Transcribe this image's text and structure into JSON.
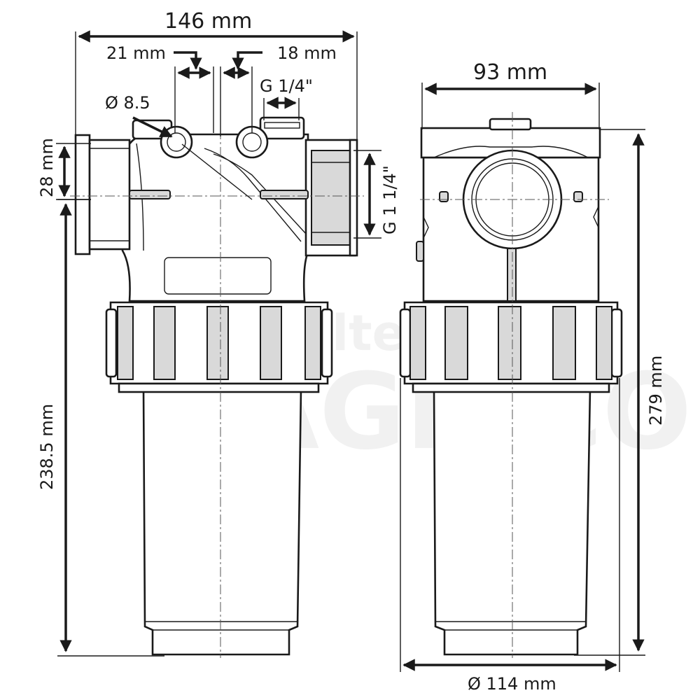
{
  "watermark": {
    "line1": "Alternativa",
    "line2": "AGRICOLA"
  },
  "dimensions": {
    "overall_width": "146 mm",
    "port_offset_left": "21 mm",
    "port_offset_right": "18 mm",
    "hole_diameter": "Ø 8.5",
    "gauge_thread": "G 1/4\"",
    "inlet_offset": "28 mm",
    "outlet_thread": "G 1 1/4\"",
    "lower_height": "238.5 mm",
    "side_width": "93 mm",
    "total_height": "279 mm",
    "bowl_diameter": "Ø 114 mm"
  }
}
